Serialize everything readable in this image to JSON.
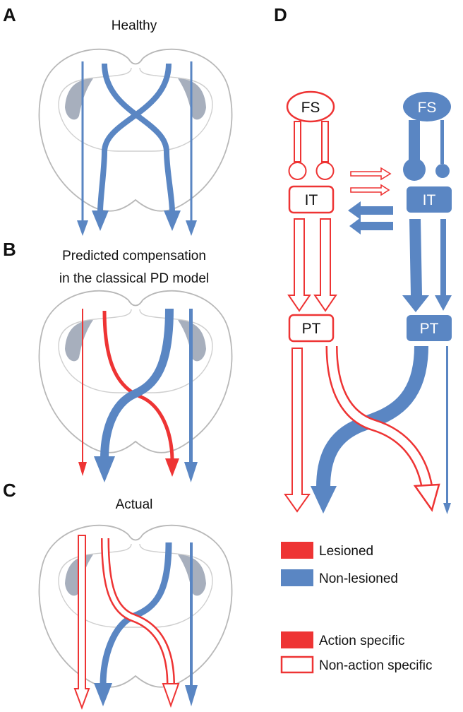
{
  "colors": {
    "lesioned": "#ee3434",
    "non_lesioned": "#5a86c3",
    "brain_outline": "#b8b8b8",
    "ventricle": "#a7afbd"
  },
  "panels": {
    "a": {
      "letter": "A",
      "title": "Healthy"
    },
    "b": {
      "letter": "B",
      "title_line1": "Predicted compensation",
      "title_line2": "in the classical PD model"
    },
    "c": {
      "letter": "C",
      "title": "Actual"
    },
    "d": {
      "letter": "D",
      "nodes": {
        "left_fs": "FS",
        "left_it": "IT",
        "left_pt": "PT",
        "right_fs": "FS",
        "right_it": "IT",
        "right_pt": "PT"
      }
    }
  },
  "legend": {
    "lesioned": "Lesioned",
    "non_lesioned": "Non-lesioned",
    "action_specific": "Action specific",
    "non_action_specific": "Non-action specific"
  }
}
